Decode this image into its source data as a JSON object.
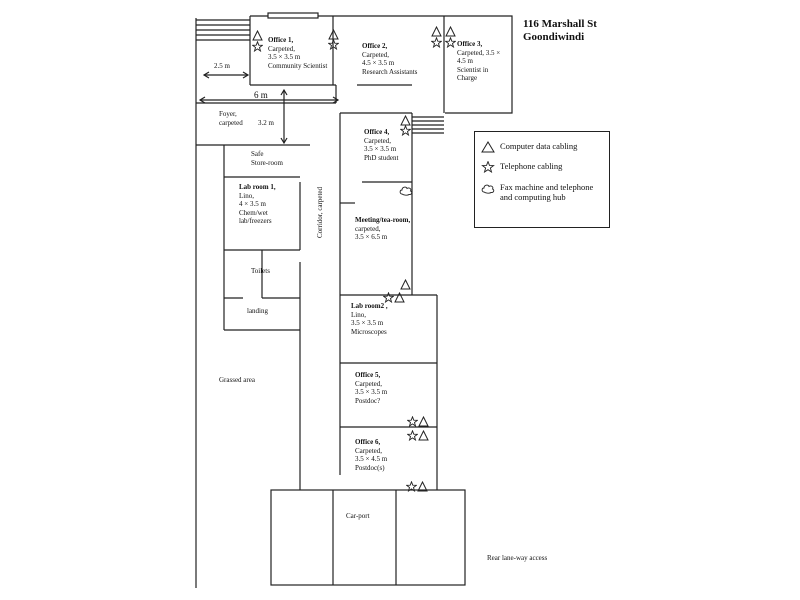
{
  "address": {
    "line1": "116 Marshall St",
    "line2": "Goondiwindi"
  },
  "rooms": {
    "office1": {
      "name": "Office 1,",
      "lines": [
        "Carpeted,",
        "3.5 × 3.5 m",
        "Community Scientist"
      ]
    },
    "office2": {
      "name": "Office 2,",
      "lines": [
        "Carpeted,",
        "4.5 × 3.5 m",
        "Research Assistants"
      ]
    },
    "office3": {
      "name": "Office 3,",
      "lines": [
        "Carpeted, 3.5 ×",
        "4.5 m",
        "Scientist in",
        "Charge"
      ]
    },
    "office4": {
      "name": "Office 4,",
      "lines": [
        "Carpeted,",
        "3.5 × 3.5 m",
        "PhD student"
      ]
    },
    "store": {
      "lines": [
        "Safe",
        "Store-room"
      ]
    },
    "lab1": {
      "name": "Lab room 1,",
      "lines": [
        "Lino,",
        "4 × 3.5 m",
        "Chem/wet",
        "lab/freezers"
      ]
    },
    "meeting": {
      "name": "Meeting/tea-room,",
      "lines": [
        "carpeted,",
        "3.5 × 6.5 m"
      ]
    },
    "toilets": {
      "lines": [
        "Toilets"
      ]
    },
    "landing": {
      "lines": [
        "landing"
      ]
    },
    "lab2": {
      "name": "Lab room2 ,",
      "lines": [
        "Lino,",
        "3.5 × 3.5 m",
        "Microscopes"
      ]
    },
    "office5": {
      "name": "Office 5,",
      "lines": [
        "Carpeted,",
        "3.5 × 3.5 m",
        "Postdoc?"
      ]
    },
    "office6": {
      "name": "Office 6,",
      "lines": [
        "Carpeted,",
        "3.5 × 4.5 m",
        "Postdoc(s)"
      ]
    },
    "carport": {
      "lines": [
        "Car-port"
      ]
    }
  },
  "areas": {
    "foyer": [
      "Foyer,",
      "carpeted"
    ],
    "corridor": "Corridor, carpeted",
    "grassed": "Grassed area",
    "rear_access": "Rear lane-way access"
  },
  "dimensions": {
    "d25": "2.5 m",
    "d6": "6 m",
    "d32": "3.2 m"
  },
  "legend": {
    "items": [
      {
        "icon": "triangle-icon",
        "label": "Computer data cabling"
      },
      {
        "icon": "star-icon",
        "label": "Telephone cabling"
      },
      {
        "icon": "cloud-icon",
        "label": "Fax machine and telephone and computing hub"
      }
    ]
  },
  "colors": {
    "line": "#222222",
    "background": "#ffffff"
  }
}
